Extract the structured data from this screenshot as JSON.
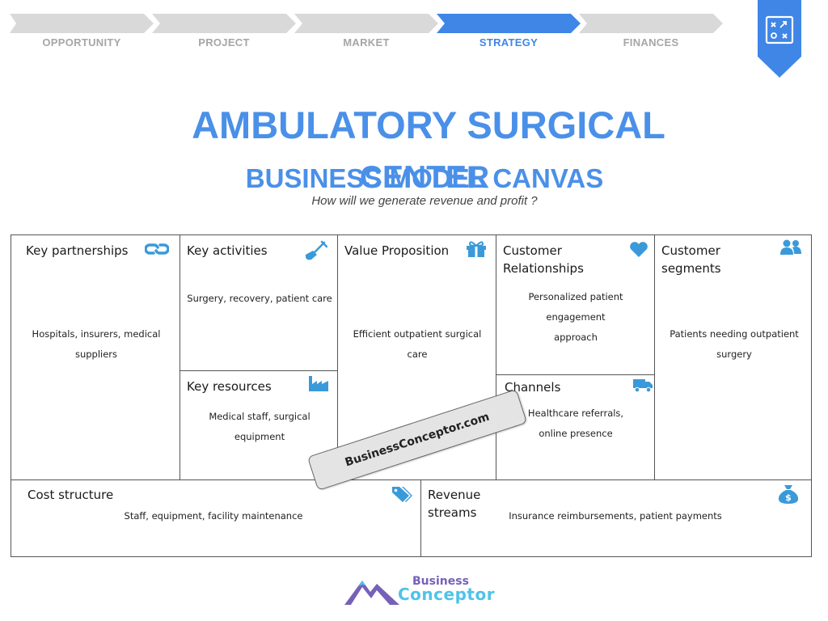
{
  "steps": [
    {
      "label": "OPPORTUNITY",
      "active": false
    },
    {
      "label": "PROJECT",
      "active": false
    },
    {
      "label": "MARKET",
      "active": false
    },
    {
      "label": "STRATEGY",
      "active": true
    },
    {
      "label": "FINANCES",
      "active": false
    }
  ],
  "colors": {
    "accent": "#3f86e6",
    "inactive_step": "#d9d9d9",
    "title": "#4a90e8",
    "icon": "#3a9ad9"
  },
  "title": {
    "line1": "AMBULATORY SURGICAL",
    "line2": "BUSINESS MODEL CANVAS",
    "overlap": "CENTER",
    "subtitle": "How will we generate revenue and profit ?"
  },
  "canvas": {
    "key_partnerships": {
      "title": "Key partnerships",
      "text": "Hospitals, insurers, medical suppliers",
      "icon": "link-icon"
    },
    "key_activities": {
      "title": "Key activities",
      "text": "Surgery, recovery, patient care",
      "icon": "shovel-icon"
    },
    "key_resources": {
      "title": "Key resources",
      "text": "Medical staff, surgical equipment",
      "icon": "factory-icon"
    },
    "value_proposition": {
      "title": "Value Proposition",
      "text": "Efficient outpatient surgical care",
      "icon": "gift-icon"
    },
    "customer_relationships": {
      "title": "Customer Relationships",
      "text": "Personalized patient engagement approach",
      "icon": "heart-icon"
    },
    "channels": {
      "title": "Channels",
      "text": "Healthcare referrals, online presence",
      "icon": "truck-icon"
    },
    "customer_segments": {
      "title": "Customer segments",
      "text": "Patients needing outpatient surgery",
      "icon": "users-icon"
    },
    "cost_structure": {
      "title": "Cost structure",
      "text": "Staff, equipment, facility maintenance",
      "icon": "tags-icon"
    },
    "revenue_streams": {
      "title": "Revenue streams",
      "text": "Insurance reimbursements, patient payments",
      "icon": "money-bag-icon"
    }
  },
  "watermark": "BusinessConceptor.com",
  "logo": {
    "line1": "Business",
    "line2": "Conceptor"
  }
}
